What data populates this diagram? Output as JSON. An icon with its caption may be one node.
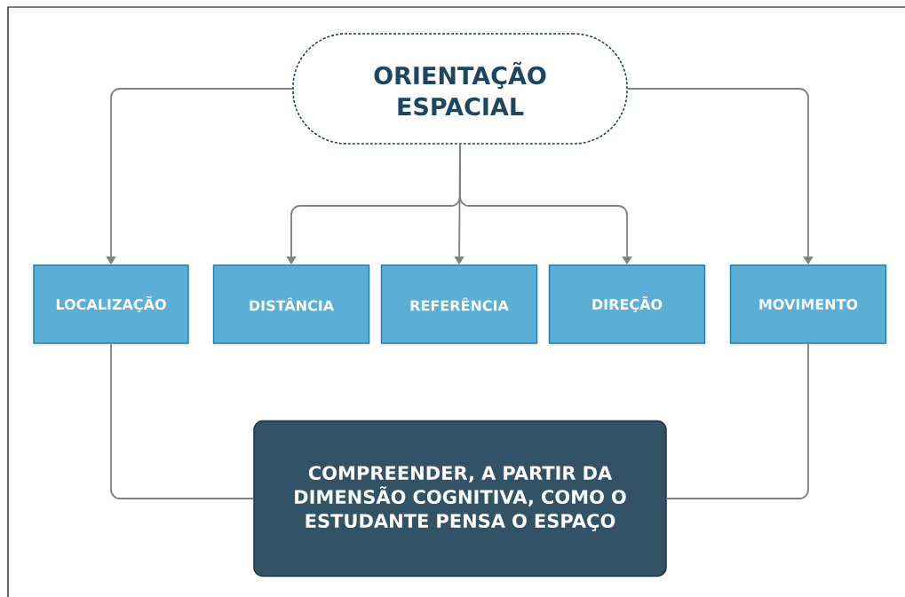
{
  "diagram": {
    "nodes": [
      {
        "text": [
          "ORIENTAÇÃO ESPACIAL"
        ]
      },
      {
        "text": [
          "LOCALIZAÇÃO"
        ]
      },
      {
        "text": [
          "DISTÂNCIA"
        ]
      },
      {
        "text": [
          "REFERÊNCIA"
        ]
      },
      {
        "text": [
          "DIREÇÃO"
        ]
      },
      {
        "text": [
          "MOVIMENTO"
        ]
      },
      {
        "text": [
          "COMPREENDER, A PARTIR DA DIMENSÃO COGNITIVA, COMO O ESTUDANTE PENSA O ESPAÇO"
        ]
      }
    ],
    "edges": [
      {
        "from": 0,
        "to": 1,
        "arrow": "to"
      },
      {
        "from": 0,
        "to": 2,
        "arrow": "to"
      },
      {
        "from": 0,
        "to": 3,
        "arrow": "to"
      },
      {
        "from": 0,
        "to": 4,
        "arrow": "to"
      },
      {
        "from": 0,
        "to": 5,
        "arrow": "to"
      },
      {
        "from": 1,
        "to": 6,
        "arrow": "none"
      },
      {
        "from": 5,
        "to": 6,
        "arrow": "none"
      }
    ]
  }
}
